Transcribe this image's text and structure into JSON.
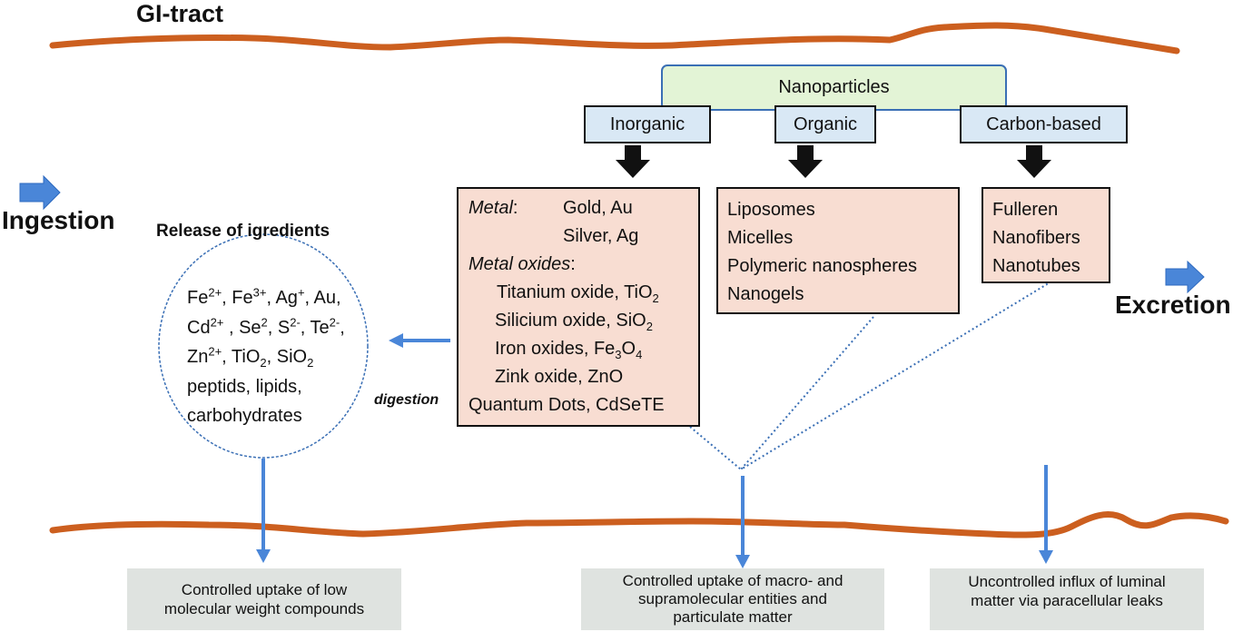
{
  "title": "GI-tract",
  "ingestion_label": "Ingestion",
  "excretion_label": "Excretion",
  "release_label": "Release of igredients",
  "digestion_label": "digestion",
  "nanoparticles_label": "Nanoparticles",
  "categories": {
    "inorganic": "Inorganic",
    "organic": "Organic",
    "carbon": "Carbon-based"
  },
  "inorganic": {
    "metal_heading": "Metal",
    "metal_colon": ":",
    "gold": "Gold, Au",
    "silver": "Silver, Ag",
    "metal_oxides_heading": "Metal oxides",
    "oxides_colon": ":",
    "titanium": "Titanium oxide, TiO",
    "titanium_sub": "2",
    "silicium": "Silicium oxide, SiO",
    "silicium_sub": "2",
    "iron": "Iron oxides, Fe",
    "iron_sub1": "3",
    "iron_mid": "O",
    "iron_sub2": "4",
    "zink": "Zink oxide, ZnO",
    "quantum": "Quantum Dots, CdSeTE"
  },
  "organic_items": [
    "Liposomes",
    "Micelles",
    "Polymeric nanospheres",
    "Nanogels"
  ],
  "carbon_items": [
    "Fulleren",
    "Nanofibers",
    "Nanotubes"
  ],
  "ions": {
    "fe": "Fe",
    "fe2": "2+",
    "fe3base": ", Fe",
    "fe3": "3+",
    "ag": ", Ag",
    "agp": "+",
    "au": ", Au,",
    "cd": "Cd",
    "cd2": "2+",
    "se": " , Se",
    "se2": "2",
    "s": ", S",
    "s2": "2-",
    "te": ", Te",
    "te2": "2-",
    "comma": ",",
    "zn": "Zn",
    "zn2": "2+",
    "tio": ", TiO",
    "tio2": "2",
    "sio": ", SiO",
    "sio2": "2",
    "line4": "peptids, lipids,",
    "line5": "carbohydrates"
  },
  "uptake": {
    "low_line1": "Controlled uptake of low",
    "low_line2": "molecular weight compounds",
    "macro_line1": "Controlled uptake of macro- and",
    "macro_line2": "supramolecular entities and",
    "macro_line3": "particulate matter",
    "uncontrolled_line1": "Uncontrolled influx of luminal",
    "uncontrolled_line2": "matter via paracellular leaks"
  },
  "colors": {
    "tract": "#cc5f1f",
    "arrow_blue": "#4a86d8",
    "box_pink": "#f8ddd2",
    "box_blue": "#d9e8f5",
    "box_green": "#e3f4d6",
    "box_gray": "#dfe3e0",
    "dotted": "#3a6fb5"
  },
  "icons": [
    "right-arrow-icon",
    "down-arrow-icon",
    "left-arrow-icon"
  ]
}
